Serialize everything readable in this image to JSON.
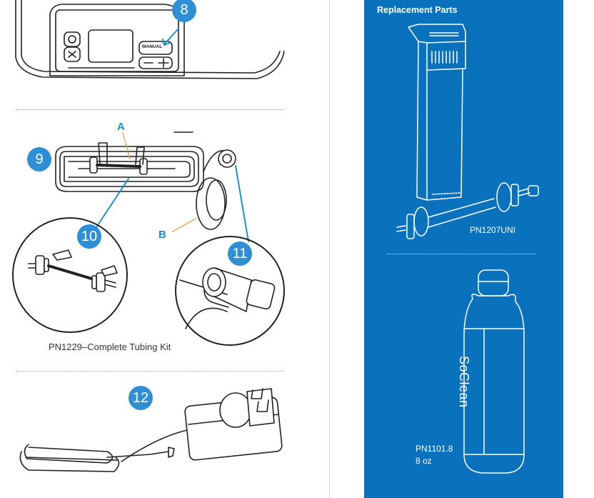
{
  "steps": {
    "s8": "8",
    "s9": "9",
    "s10": "10",
    "s11": "11",
    "s12": "12"
  },
  "labels": {
    "a": "A",
    "b": "B"
  },
  "buttons": {
    "manual": "MANUAL"
  },
  "tubing_caption": "PN1229–Complete Tubing Kit",
  "replacement": {
    "title": "Replacement Parts",
    "filter_pn": "PN1207UNI",
    "solution_pn": "PN1101.8",
    "solution_size": "8 oz",
    "bottle_brand": "SoClean"
  },
  "colors": {
    "accent": "#2f8fd4",
    "panel": "#0a72bd",
    "line": "#222222"
  }
}
